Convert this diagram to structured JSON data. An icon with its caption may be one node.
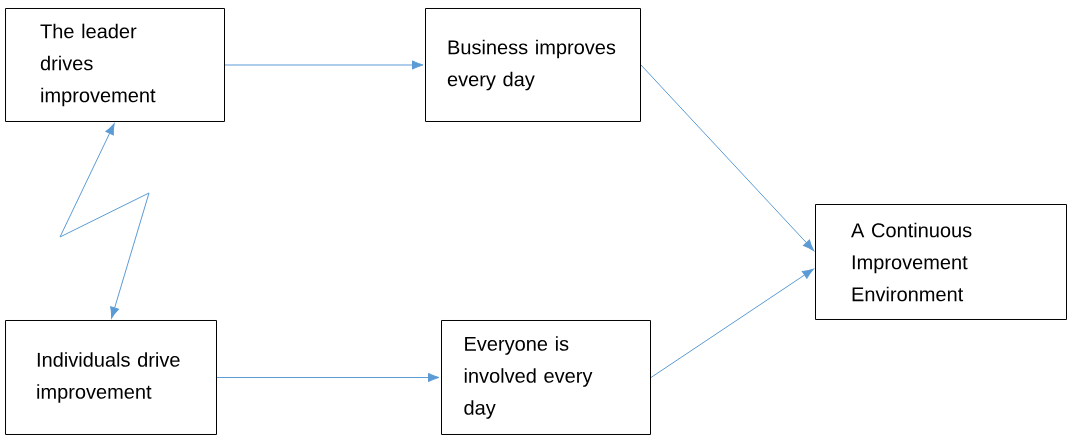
{
  "diagram": {
    "nodes": [
      {
        "text": [
          "The leader drives improvement"
        ]
      },
      {
        "text": [
          "Business improves every day"
        ]
      },
      {
        "text": [
          "A Continuous Improvement Environment"
        ]
      },
      {
        "text": [
          "Individuals drive improvement"
        ]
      },
      {
        "text": [
          "Everyone is involved every day"
        ]
      }
    ],
    "edges": [
      {
        "from": 0,
        "to": 1,
        "arrow": "to"
      },
      {
        "from": 1,
        "to": 2,
        "arrow": "to"
      },
      {
        "from": 3,
        "to": 4,
        "arrow": "to"
      },
      {
        "from": 4,
        "to": 2,
        "arrow": "to"
      },
      {
        "from": 0,
        "to": 3,
        "arrow": "both"
      }
    ]
  }
}
